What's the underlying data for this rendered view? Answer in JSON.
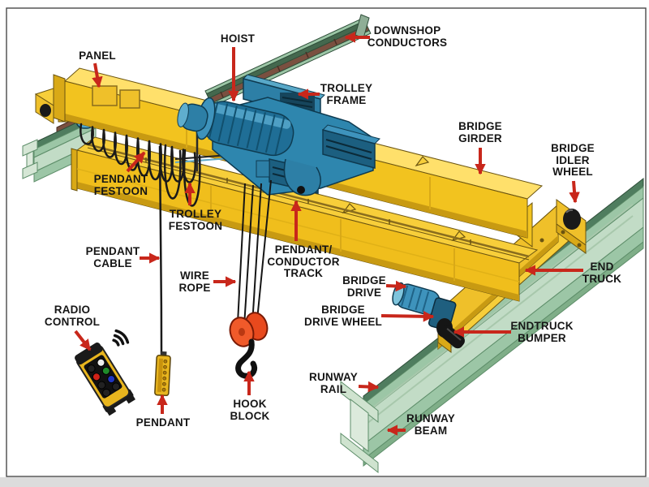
{
  "figure": {
    "kind": "labeled technical diagram",
    "subject": "overhead bridge crane components"
  },
  "palette": {
    "girder_yellow": "#F2C31F",
    "girder_light_yellow": "#FFE06B",
    "girder_shadow": "#C89A12",
    "trolley_blue": "#2E86AE",
    "trolley_dark_blue": "#1C5F80",
    "trolley_light_blue": "#7FC4DC",
    "beam_green_web": "#C2DCC6",
    "beam_green_flange": "#9CC6A6",
    "rail_dark_green": "#4F7D5F",
    "conductor_brown": "#7A5040",
    "hook_orange": "#E8491D",
    "cable_black": "#1A1A1A",
    "arrow_red": "#C8271B",
    "label_text": "#161616",
    "background": "#FFFFFF"
  },
  "labels": {
    "downshop_conductors": [
      "DOWNSHOP",
      "CONDUCTORS"
    ],
    "hoist": [
      "HOIST"
    ],
    "panel": [
      "PANEL"
    ],
    "trolley_frame": [
      "TROLLEY",
      "FRAME"
    ],
    "bridge_girder": [
      "BRIDGE",
      "GIRDER"
    ],
    "bridge_idler_wheel": [
      "BRIDGE",
      "IDLER",
      "WHEEL"
    ],
    "pendant_festoon": [
      "PENDANT",
      "FESTOON"
    ],
    "trolley_festoon": [
      "TROLLEY",
      "FESTOON"
    ],
    "pendant_cable": [
      "PENDANT",
      "CABLE"
    ],
    "wire_rope": [
      "WIRE",
      "ROPE"
    ],
    "pendant_conductor_track": [
      "PENDANT/",
      "CONDUCTOR",
      "TRACK"
    ],
    "bridge_drive": [
      "BRIDGE",
      "DRIVE"
    ],
    "bridge_drive_wheel": [
      "BRIDGE",
      "DRIVE WHEEL"
    ],
    "end_truck": [
      "END",
      "TRUCK"
    ],
    "endtruck_bumper": [
      "ENDTRUCK",
      "BUMPER"
    ],
    "radio_control": [
      "RADIO",
      "CONTROL"
    ],
    "pendant": [
      "PENDANT"
    ],
    "hook_block": [
      "HOOK",
      "BLOCK"
    ],
    "runway_rail": [
      "RUNWAY",
      "RAIL"
    ],
    "runway_beam": [
      "RUNWAY",
      "BEAM"
    ]
  }
}
